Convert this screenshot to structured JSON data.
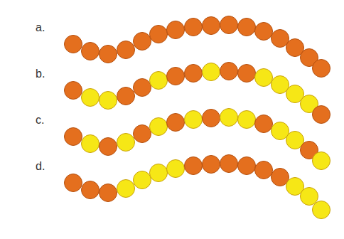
{
  "diagram": {
    "labels": [
      "a.",
      "b.",
      "c.",
      "d."
    ]
  }
}
